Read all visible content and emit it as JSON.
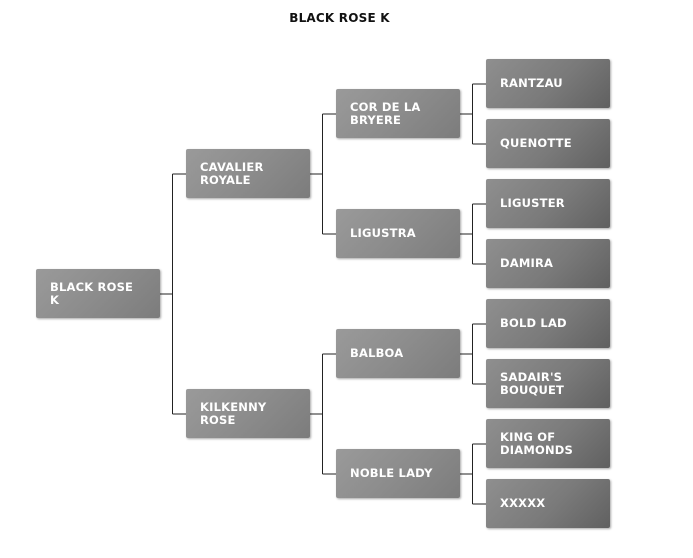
{
  "title": "BLACK ROSE K",
  "pedigree": {
    "subject": "BLACK ROSE K",
    "sire": "CAVALIER ROYALE",
    "dam": "KILKENNY ROSE",
    "sire_sire": "COR DE LA BRYERE",
    "sire_dam": "LIGUSTRA",
    "dam_sire": "BALBOA",
    "dam_dam": "NOBLE LADY",
    "sire_sire_sire": "RANTZAU",
    "sire_sire_dam": "QUENOTTE",
    "sire_dam_sire": "LIGUSTER",
    "sire_dam_dam": "DAMIRA",
    "dam_sire_sire": "BOLD LAD",
    "dam_sire_dam": "SADAIR'S BOUQUET",
    "dam_dam_sire": "KING OF DIAMONDS",
    "dam_dam_dam": "XXXXX"
  }
}
